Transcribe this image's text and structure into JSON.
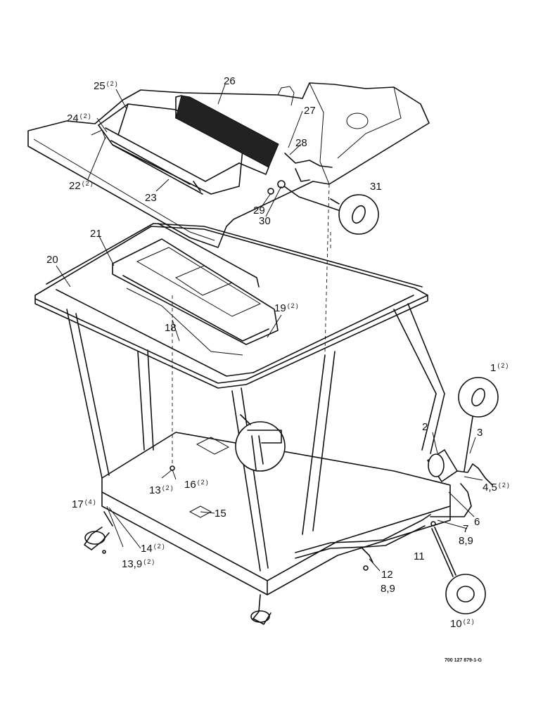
{
  "labels": [
    {
      "id": "l1",
      "text": "1",
      "qty": "(2)"
    },
    {
      "id": "l2",
      "text": "2",
      "qty": ""
    },
    {
      "id": "l3",
      "text": "3",
      "qty": ""
    },
    {
      "id": "l45",
      "text": "4,5",
      "qty": "(2)"
    },
    {
      "id": "l6",
      "text": "6",
      "qty": ""
    },
    {
      "id": "l7",
      "text": "7",
      "qty": ""
    },
    {
      "id": "l89a",
      "text": "8,9",
      "qty": ""
    },
    {
      "id": "l10",
      "text": "10",
      "qty": "(2)"
    },
    {
      "id": "l11",
      "text": "11",
      "qty": ""
    },
    {
      "id": "l12",
      "text": "12",
      "qty": ""
    },
    {
      "id": "l89b",
      "text": "8,9",
      "qty": ""
    },
    {
      "id": "l13",
      "text": "13",
      "qty": "(2)"
    },
    {
      "id": "l139",
      "text": "13,9",
      "qty": "(2)"
    },
    {
      "id": "l14",
      "text": "14",
      "qty": "(2)"
    },
    {
      "id": "l15",
      "text": "15",
      "qty": ""
    },
    {
      "id": "l16",
      "text": "16",
      "qty": "(2)"
    },
    {
      "id": "l17",
      "text": "17",
      "qty": "(4)"
    },
    {
      "id": "l18",
      "text": "18",
      "qty": ""
    },
    {
      "id": "l19",
      "text": "19",
      "qty": "(2)"
    },
    {
      "id": "l20",
      "text": "20",
      "qty": ""
    },
    {
      "id": "l21",
      "text": "21",
      "qty": ""
    },
    {
      "id": "l22",
      "text": "22",
      "qty": "(2)"
    },
    {
      "id": "l23",
      "text": "23",
      "qty": ""
    },
    {
      "id": "l24",
      "text": "24",
      "qty": "(2)"
    },
    {
      "id": "l25",
      "text": "25",
      "qty": "(2)"
    },
    {
      "id": "l26",
      "text": "26",
      "qty": ""
    },
    {
      "id": "l27",
      "text": "27",
      "qty": ""
    },
    {
      "id": "l28",
      "text": "28",
      "qty": ""
    },
    {
      "id": "l29",
      "text": "29",
      "qty": ""
    },
    {
      "id": "l30",
      "text": "30",
      "qty": ""
    },
    {
      "id": "l31",
      "text": "31",
      "qty": ""
    }
  ],
  "drawing_code": "700 127 879-1-G"
}
